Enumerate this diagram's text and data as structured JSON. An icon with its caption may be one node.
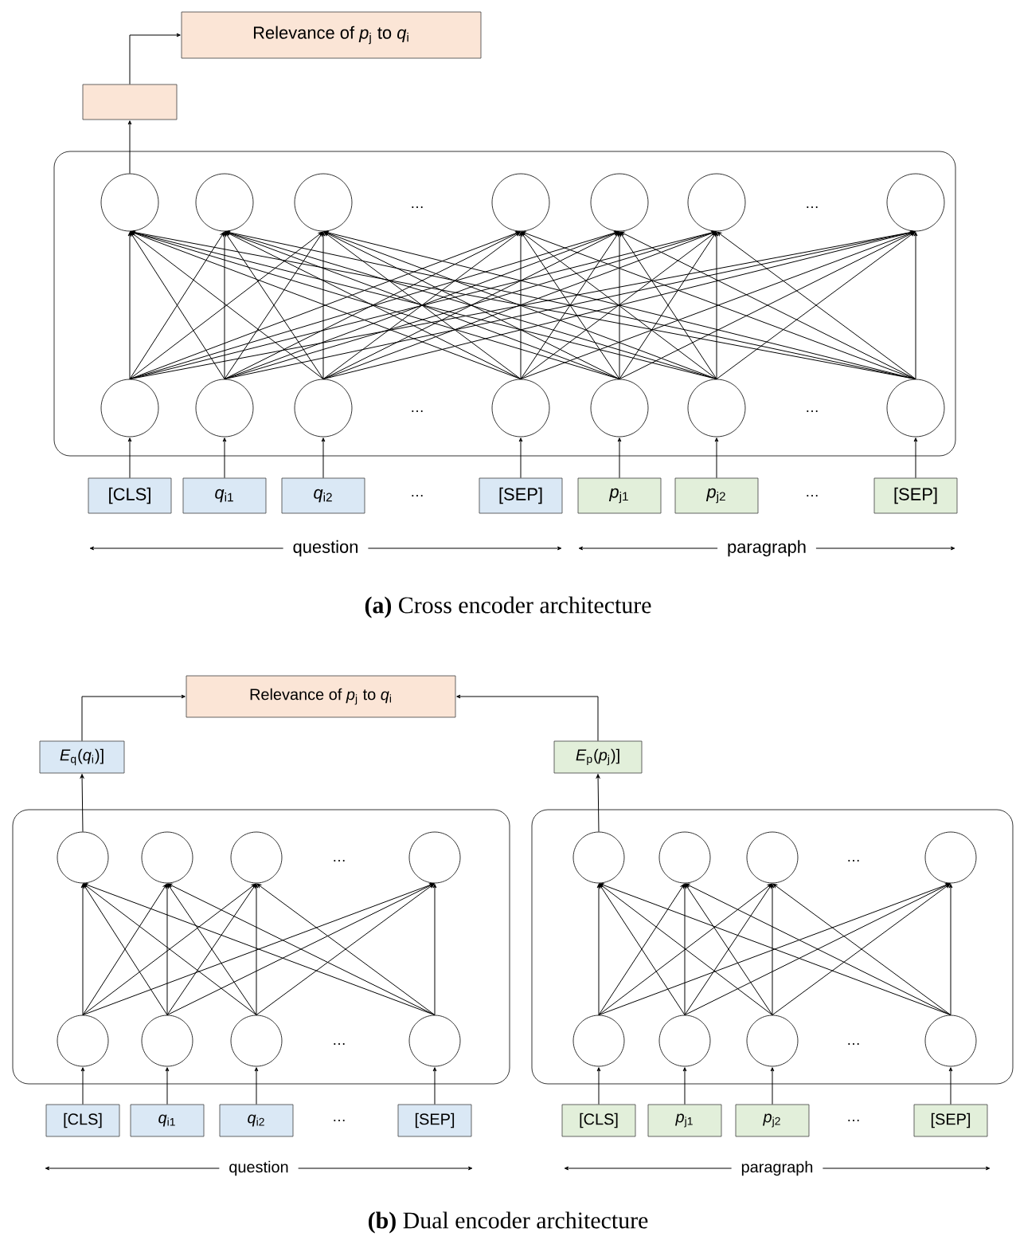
{
  "diagram": {
    "nodes": [
      {
        "text": [
          "Relevance of *p*$_{j}$ to *q*$_{i}$"
        ]
      },
      {
        "text": [],
        "shape": "box"
      },
      {
        "text": [],
        "shape": "box"
      },
      {
        "text": [],
        "shape": "circle",
        "in": 2
      },
      {
        "text": [],
        "shape": "circle",
        "in": 2
      },
      {
        "text": [],
        "shape": "circle",
        "in": 2
      },
      {
        "text": [],
        "shape": "circle",
        "in": 2
      },
      {
        "text": [],
        "shape": "circle",
        "in": 2
      },
      {
        "text": [],
        "shape": "circle",
        "in": 2
      },
      {
        "text": [],
        "shape": "circle",
        "in": 2
      },
      {
        "text": [],
        "shape": "circle",
        "in": 2
      },
      {
        "text": [],
        "shape": "circle",
        "in": 2
      },
      {
        "text": [],
        "shape": "circle",
        "in": 2
      },
      {
        "text": [],
        "shape": "circle",
        "in": 2
      },
      {
        "text": [],
        "shape": "circle",
        "in": 2
      },
      {
        "text": [],
        "shape": "circle",
        "in": 2
      },
      {
        "text": [],
        "shape": "circle",
        "in": 2
      },
      {
        "text": [
          "[CLS]"
        ]
      },
      {
        "text": [
          "*q*$_{i1}$"
        ]
      },
      {
        "text": [
          "*q*$_{i2}$"
        ]
      },
      {
        "text": [
          "[SEP]"
        ]
      },
      {
        "text": [
          "*p*$_{j1}$"
        ]
      },
      {
        "text": [
          "*p*$_{j2}$"
        ]
      },
      {
        "text": [
          "[SEP]"
        ]
      },
      {
        "text": [
          "Relevance of *p*$_{j}$ to *q*$_{i}$"
        ]
      },
      {
        "text": [
          "*E*$_{q}$(*q*$_{i}$)]"
        ]
      },
      {
        "text": [
          "*E*$_{p}$(*p*$_{j}$)]"
        ]
      },
      {
        "text": [],
        "shape": "box"
      },
      {
        "text": [],
        "shape": "circle",
        "in": 27
      },
      {
        "text": [],
        "shape": "circle",
        "in": 27
      },
      {
        "text": [],
        "shape": "circle",
        "in": 27
      },
      {
        "text": [],
        "shape": "circle",
        "in": 27
      },
      {
        "text": [],
        "shape": "circle",
        "in": 27
      },
      {
        "text": [],
        "shape": "circle",
        "in": 27
      },
      {
        "text": [],
        "shape": "circle",
        "in": 27
      },
      {
        "text": [],
        "shape": "circle",
        "in": 27
      },
      {
        "text": [],
        "shape": "box"
      },
      {
        "text": [],
        "shape": "circle",
        "in": 36
      },
      {
        "text": [],
        "shape": "circle",
        "in": 36
      },
      {
        "text": [],
        "shape": "circle",
        "in": 36
      },
      {
        "text": [],
        "shape": "circle",
        "in": 36
      },
      {
        "text": [],
        "shape": "circle",
        "in": 36
      },
      {
        "text": [],
        "shape": "circle",
        "in": 36
      },
      {
        "text": [],
        "shape": "circle",
        "in": 36
      },
      {
        "text": [],
        "shape": "circle",
        "in": 36
      },
      {
        "text": [
          "[CLS]"
        ]
      },
      {
        "text": [
          "*q*$_{i1}$"
        ]
      },
      {
        "text": [
          "*q*$_{i2}$"
        ]
      },
      {
        "text": [
          "[SEP]"
        ]
      },
      {
        "text": [
          "[CLS]"
        ]
      },
      {
        "text": [
          "*p*$_{j1}$"
        ]
      },
      {
        "text": [
          "*p*$_{j2}$"
        ]
      },
      {
        "text": [
          "[SEP]"
        ]
      }
    ],
    "edges": [
      {
        "from": 1,
        "to": 0,
        "arrow": "to"
      },
      {
        "from": 3,
        "to": 1,
        "arrow": "to"
      },
      {
        "from": 17,
        "to": 10,
        "arrow": "to"
      },
      {
        "from": 18,
        "to": 11,
        "arrow": "to"
      },
      {
        "from": 19,
        "to": 12,
        "arrow": "to"
      },
      {
        "from": 20,
        "to": 13,
        "arrow": "to"
      },
      {
        "from": 21,
        "to": 14,
        "arrow": "to"
      },
      {
        "from": 22,
        "to": 15,
        "arrow": "to"
      },
      {
        "from": 23,
        "to": 16,
        "arrow": "to"
      },
      {
        "from": 10,
        "to": 3,
        "arrow": "to"
      },
      {
        "from": 10,
        "to": 4,
        "arrow": "to"
      },
      {
        "from": 10,
        "to": 5,
        "arrow": "to"
      },
      {
        "from": 10,
        "to": 6,
        "arrow": "to"
      },
      {
        "from": 10,
        "to": 7,
        "arrow": "to"
      },
      {
        "from": 10,
        "to": 8,
        "arrow": "to"
      },
      {
        "from": 10,
        "to": 9,
        "arrow": "to"
      },
      {
        "from": 11,
        "to": 3,
        "arrow": "to"
      },
      {
        "from": 11,
        "to": 4,
        "arrow": "to"
      },
      {
        "from": 11,
        "to": 5,
        "arrow": "to"
      },
      {
        "from": 11,
        "to": 6,
        "arrow": "to"
      },
      {
        "from": 11,
        "to": 7,
        "arrow": "to"
      },
      {
        "from": 11,
        "to": 8,
        "arrow": "to"
      },
      {
        "from": 11,
        "to": 9,
        "arrow": "to"
      },
      {
        "from": 12,
        "to": 3,
        "arrow": "to"
      },
      {
        "from": 12,
        "to": 4,
        "arrow": "to"
      },
      {
        "from": 12,
        "to": 5,
        "arrow": "to"
      },
      {
        "from": 12,
        "to": 6,
        "arrow": "to"
      },
      {
        "from": 12,
        "to": 7,
        "arrow": "to"
      },
      {
        "from": 12,
        "to": 8,
        "arrow": "to"
      },
      {
        "from": 12,
        "to": 9,
        "arrow": "to"
      },
      {
        "from": 13,
        "to": 3,
        "arrow": "to"
      },
      {
        "from": 13,
        "to": 4,
        "arrow": "to"
      },
      {
        "from": 13,
        "to": 5,
        "arrow": "to"
      },
      {
        "from": 13,
        "to": 6,
        "arrow": "to"
      },
      {
        "from": 13,
        "to": 7,
        "arrow": "to"
      },
      {
        "from": 13,
        "to": 8,
        "arrow": "to"
      },
      {
        "from": 13,
        "to": 9,
        "arrow": "to"
      },
      {
        "from": 14,
        "to": 3,
        "arrow": "to"
      },
      {
        "from": 14,
        "to": 4,
        "arrow": "to"
      },
      {
        "from": 14,
        "to": 5,
        "arrow": "to"
      },
      {
        "from": 14,
        "to": 6,
        "arrow": "to"
      },
      {
        "from": 14,
        "to": 7,
        "arrow": "to"
      },
      {
        "from": 14,
        "to": 8,
        "arrow": "to"
      },
      {
        "from": 14,
        "to": 9,
        "arrow": "to"
      },
      {
        "from": 15,
        "to": 3,
        "arrow": "to"
      },
      {
        "from": 15,
        "to": 4,
        "arrow": "to"
      },
      {
        "from": 15,
        "to": 5,
        "arrow": "to"
      },
      {
        "from": 15,
        "to": 6,
        "arrow": "to"
      },
      {
        "from": 15,
        "to": 7,
        "arrow": "to"
      },
      {
        "from": 15,
        "to": 8,
        "arrow": "to"
      },
      {
        "from": 15,
        "to": 9,
        "arrow": "to"
      },
      {
        "from": 16,
        "to": 3,
        "arrow": "to"
      },
      {
        "from": 16,
        "to": 4,
        "arrow": "to"
      },
      {
        "from": 16,
        "to": 5,
        "arrow": "to"
      },
      {
        "from": 16,
        "to": 6,
        "arrow": "to"
      },
      {
        "from": 16,
        "to": 7,
        "arrow": "to"
      },
      {
        "from": 16,
        "to": 8,
        "arrow": "to"
      },
      {
        "from": 16,
        "to": 9,
        "arrow": "to"
      },
      {
        "from": 25,
        "to": 24,
        "arrow": "to"
      },
      {
        "from": 26,
        "to": 24,
        "arrow": "to"
      },
      {
        "from": 28,
        "to": 25,
        "arrow": "to"
      },
      {
        "from": 37,
        "to": 26,
        "arrow": "to"
      },
      {
        "from": 45,
        "to": 32,
        "arrow": "to"
      },
      {
        "from": 46,
        "to": 33,
        "arrow": "to"
      },
      {
        "from": 47,
        "to": 34,
        "arrow": "to"
      },
      {
        "from": 48,
        "to": 35,
        "arrow": "to"
      },
      {
        "from": 49,
        "to": 41,
        "arrow": "to"
      },
      {
        "from": 50,
        "to": 42,
        "arrow": "to"
      },
      {
        "from": 51,
        "to": 43,
        "arrow": "to"
      },
      {
        "from": 52,
        "to": 44,
        "arrow": "to"
      },
      {
        "from": 32,
        "to": 28,
        "arrow": "to"
      },
      {
        "from": 32,
        "to": 29,
        "arrow": "to"
      },
      {
        "from": 32,
        "to": 30,
        "arrow": "to"
      },
      {
        "from": 32,
        "to": 31,
        "arrow": "to"
      },
      {
        "from": 33,
        "to": 28,
        "arrow": "to"
      },
      {
        "from": 33,
        "to": 29,
        "arrow": "to"
      },
      {
        "from": 33,
        "to": 30,
        "arrow": "to"
      },
      {
        "from": 33,
        "to": 31,
        "arrow": "to"
      },
      {
        "from": 34,
        "to": 28,
        "arrow": "to"
      },
      {
        "from": 34,
        "to": 29,
        "arrow": "to"
      },
      {
        "from": 34,
        "to": 30,
        "arrow": "to"
      },
      {
        "from": 34,
        "to": 31,
        "arrow": "to"
      },
      {
        "from": 35,
        "to": 28,
        "arrow": "to"
      },
      {
        "from": 35,
        "to": 29,
        "arrow": "to"
      },
      {
        "from": 35,
        "to": 30,
        "arrow": "to"
      },
      {
        "from": 35,
        "to": 31,
        "arrow": "to"
      },
      {
        "from": 41,
        "to": 37,
        "arrow": "to"
      },
      {
        "from": 41,
        "to": 38,
        "arrow": "to"
      },
      {
        "from": 41,
        "to": 39,
        "arrow": "to"
      },
      {
        "from": 41,
        "to": 40,
        "arrow": "to"
      },
      {
        "from": 42,
        "to": 37,
        "arrow": "to"
      },
      {
        "from": 42,
        "to": 38,
        "arrow": "to"
      },
      {
        "from": 42,
        "to": 39,
        "arrow": "to"
      },
      {
        "from": 42,
        "to": 40,
        "arrow": "to"
      },
      {
        "from": 43,
        "to": 37,
        "arrow": "to"
      },
      {
        "from": 43,
        "to": 38,
        "arrow": "to"
      },
      {
        "from": 43,
        "to": 39,
        "arrow": "to"
      },
      {
        "from": 43,
        "to": 40,
        "arrow": "to"
      },
      {
        "from": 44,
        "to": 37,
        "arrow": "to"
      },
      {
        "from": 44,
        "to": 38,
        "arrow": "to"
      },
      {
        "from": 44,
        "to": 39,
        "arrow": "to"
      },
      {
        "from": 44,
        "to": 40,
        "arrow": "to"
      }
    ],
    "labels": [
      "…",
      "…",
      "…",
      "…",
      "…",
      "…",
      "question",
      "paragraph",
      "**(a)** Cross encoder architecture",
      "…",
      "…",
      "…",
      "…",
      "…",
      "…",
      "question",
      "paragraph",
      "**(b)** Dual encoder architecture"
    ]
  }
}
